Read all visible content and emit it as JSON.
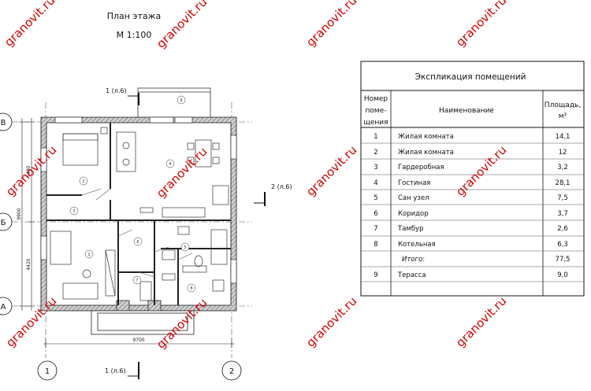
{
  "plan": {
    "title": "План этажа",
    "scale": "М 1:100",
    "section_top": "1 (л.6)",
    "section_bottom": "1 (л.6)",
    "section_right": "2 (л.6)",
    "axes": {
      "b": "В",
      "v": "Б",
      "a": "А",
      "one": "1",
      "two": "2"
    },
    "dims": {
      "width": "9700",
      "height_total": "9900",
      "height_upper": "5480",
      "height_lower": "4420"
    },
    "room_marks": [
      "1",
      "2",
      "3",
      "4",
      "5",
      "6",
      "7",
      "8",
      "9"
    ]
  },
  "explication": {
    "title": "Экспликация помещений",
    "col_number": [
      "Номер",
      "поме-",
      "щения"
    ],
    "col_name": "Наименование",
    "col_area": [
      "Площадь,",
      "м²"
    ],
    "rows": [
      {
        "num": "1",
        "name": "Жилая комната",
        "area": "14,1"
      },
      {
        "num": "2",
        "name": "Жилая комната",
        "area": "12"
      },
      {
        "num": "3",
        "name": "Гардеробная",
        "area": "3,2"
      },
      {
        "num": "4",
        "name": "Гостиная",
        "area": "28,1"
      },
      {
        "num": "5",
        "name": "Сан узел",
        "area": "7,5"
      },
      {
        "num": "6",
        "name": "Коридор",
        "area": "3,7"
      },
      {
        "num": "7",
        "name": "Тамбур",
        "area": "2,6"
      },
      {
        "num": "8",
        "name": "Котельная",
        "area": "6,3"
      },
      {
        "num": "",
        "name": "Итого:",
        "area": "77,5"
      },
      {
        "num": "9",
        "name": "Терасса",
        "area": "9,0"
      },
      {
        "num": "",
        "name": "",
        "area": ""
      }
    ]
  },
  "watermark": "granovit.ru"
}
